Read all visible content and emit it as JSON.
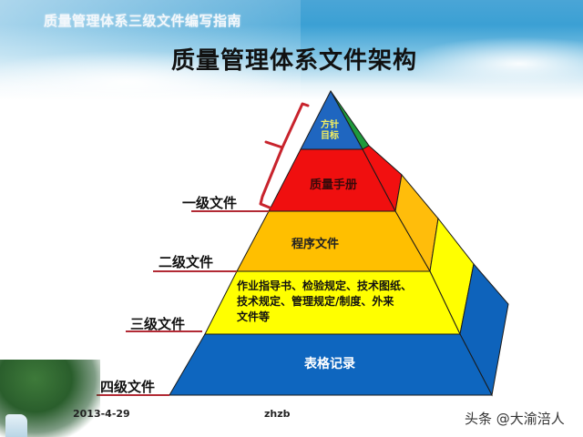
{
  "header": {
    "subtitle": "质量管理体系三级文件编写指南",
    "title": "质量管理体系文件架构"
  },
  "pyramid": {
    "tiers": [
      {
        "label": "方针\n目标",
        "line1": "方针",
        "line2": "目标",
        "color": "#1f66c0",
        "side_color": "#1e9a3c",
        "text_color": "#f4ef60"
      },
      {
        "label": "质量手册",
        "color": "#f00f0f",
        "side_color": "#f21010",
        "text_color": "#3a0a0a"
      },
      {
        "label": "程序文件",
        "color": "#ffbf00",
        "side_color": "#ffbd0b",
        "text_color": "#222222"
      },
      {
        "label": "作业指导书、检验规定、技术图纸、技术规定、管理规定/制度、外来文件等",
        "line1": "作业指导书、检验规定、技术图纸、",
        "line2": "技术规定、管理规定/制度、外来",
        "line3": "文件等",
        "color": "#ffff00",
        "side_color": "#ffff00",
        "text_color": "#111111"
      },
      {
        "label": "表格记录",
        "color": "#0e66bf",
        "side_color": "#0e63bb",
        "text_color": "#ffffff"
      }
    ],
    "bracket_color": "#c8232c"
  },
  "levels": [
    {
      "label": "一级文件"
    },
    {
      "label": "二级文件"
    },
    {
      "label": "三级文件"
    },
    {
      "label": "四级文件"
    }
  ],
  "footer": {
    "date": "2013-4-29",
    "author": "zhzb"
  },
  "watermark": "头条 @大渝涪人"
}
